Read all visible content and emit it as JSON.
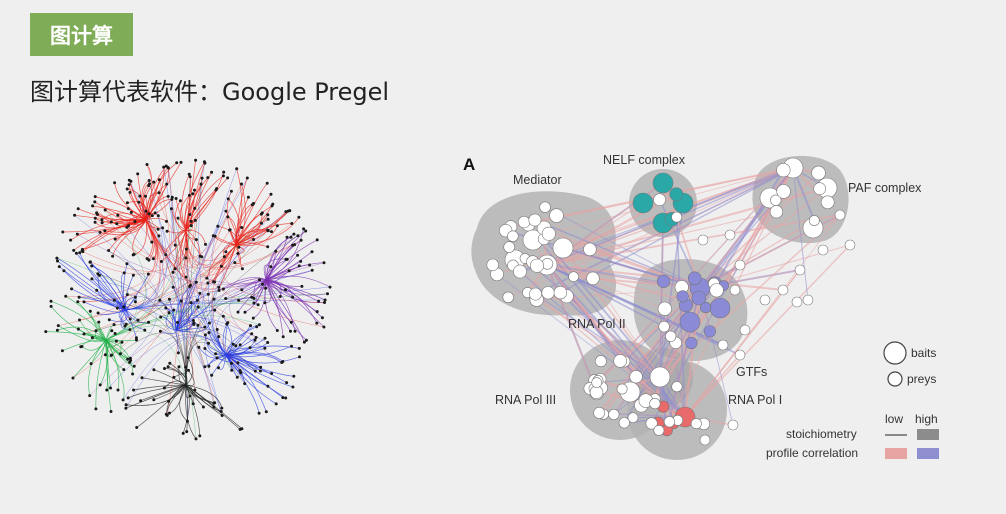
{
  "header": {
    "tag": "图计算",
    "title": "图计算代表软件：Google Pregel"
  },
  "figure": {
    "panel_letter": "A",
    "groups": {
      "mediator": "Mediator",
      "nelf": "NELF complex",
      "paf": "PAF complex",
      "rnapol2": "RNA Pol II",
      "rnapol3": "RNA Pol III",
      "rnapol1": "RNA Pol I",
      "gtfs": "GTFs"
    },
    "legend": {
      "baits": "baits",
      "preys": "preys",
      "low": "low",
      "high": "high",
      "stoichiometry": "stoichiometry",
      "profile_correlation": "profile correlation"
    },
    "colors": {
      "group_fill": "#b3b3b3",
      "node_fill": "#ffffff",
      "edge_low": "#e8a3a3",
      "edge_high": "#8f8fcf",
      "nelf_node": "#2aa8a8",
      "pol_node": "#8a8ad6",
      "pol1_node": "#e86a6a"
    }
  },
  "network": {
    "colors": [
      "#e8231b",
      "#2a3ee0",
      "#22b04a",
      "#7a2fb0",
      "#222222"
    ]
  }
}
